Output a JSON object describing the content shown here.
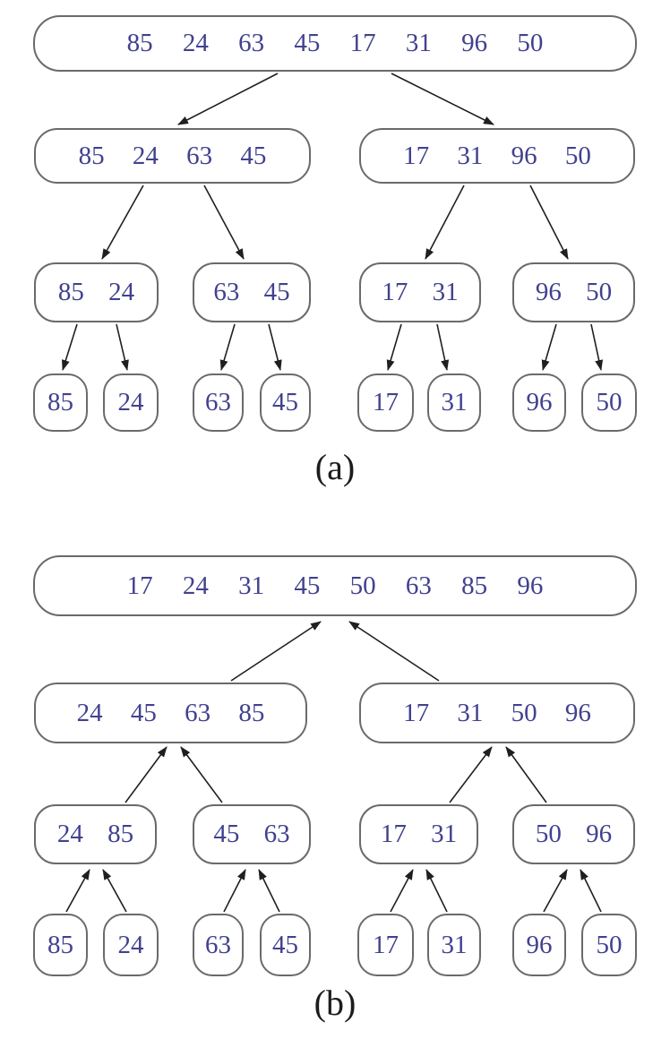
{
  "figure": {
    "panel_a": {
      "caption": "(a)",
      "levels": [
        {
          "nodes": [
            {
              "values": [
                85,
                24,
                63,
                45,
                17,
                31,
                96,
                50
              ]
            }
          ]
        },
        {
          "nodes": [
            {
              "values": [
                85,
                24,
                63,
                45
              ]
            },
            {
              "values": [
                17,
                31,
                96,
                50
              ]
            }
          ]
        },
        {
          "nodes": [
            {
              "values": [
                85,
                24
              ]
            },
            {
              "values": [
                63,
                45
              ]
            },
            {
              "values": [
                17,
                31
              ]
            },
            {
              "values": [
                96,
                50
              ]
            }
          ]
        },
        {
          "nodes": [
            {
              "values": [
                85
              ]
            },
            {
              "values": [
                24
              ]
            },
            {
              "values": [
                63
              ]
            },
            {
              "values": [
                45
              ]
            },
            {
              "values": [
                17
              ]
            },
            {
              "values": [
                31
              ]
            },
            {
              "values": [
                96
              ]
            },
            {
              "values": [
                50
              ]
            }
          ]
        }
      ]
    },
    "panel_b": {
      "caption": "(b)",
      "levels": [
        {
          "nodes": [
            {
              "values": [
                17,
                24,
                31,
                45,
                50,
                63,
                85,
                96
              ]
            }
          ]
        },
        {
          "nodes": [
            {
              "values": [
                24,
                45,
                63,
                85
              ]
            },
            {
              "values": [
                17,
                31,
                50,
                96
              ]
            }
          ]
        },
        {
          "nodes": [
            {
              "values": [
                24,
                85
              ]
            },
            {
              "values": [
                45,
                63
              ]
            },
            {
              "values": [
                17,
                31
              ]
            },
            {
              "values": [
                50,
                96
              ]
            }
          ]
        },
        {
          "nodes": [
            {
              "values": [
                85
              ]
            },
            {
              "values": [
                24
              ]
            },
            {
              "values": [
                63
              ]
            },
            {
              "values": [
                45
              ]
            },
            {
              "values": [
                17
              ]
            },
            {
              "values": [
                31
              ]
            },
            {
              "values": [
                96
              ]
            },
            {
              "values": [
                50
              ]
            }
          ]
        }
      ]
    },
    "colors": {
      "number_text": "#41418f",
      "box_border": "#6a6a6a",
      "arrow": "#1f1f1f",
      "caption_text": "#1c1c1c",
      "background": "#ffffff"
    }
  }
}
